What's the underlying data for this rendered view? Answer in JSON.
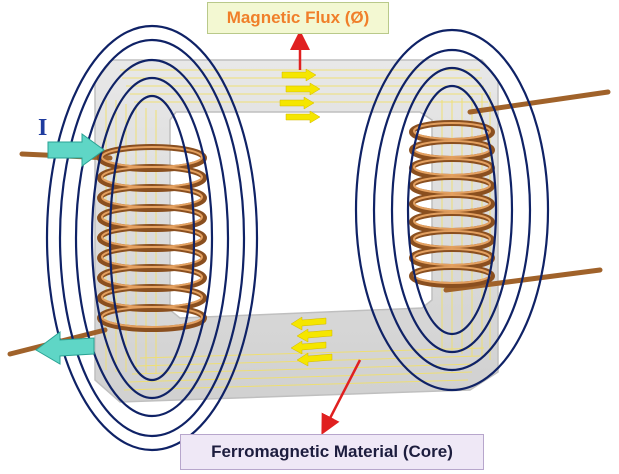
{
  "labels": {
    "magnetic_flux": "Magnetic Flux (Ø)",
    "core": "Ferromagnetic Material (Core)",
    "current": "I"
  },
  "colors": {
    "field_lines": "#0f2266",
    "copper": "#a0622a",
    "copper_highlight": "#e3a060",
    "core_fill": "#d7d7d7",
    "core_flux_lines": "#f1e06a",
    "flux_arrows": "#f5e600",
    "pointer_arrows": "#e02020",
    "current_arrows": "#5fd6c6"
  },
  "icons": [
    "current-in-arrow-icon",
    "current-out-arrow-icon",
    "flux-arrow-icon",
    "pointer-arrow-icon"
  ]
}
